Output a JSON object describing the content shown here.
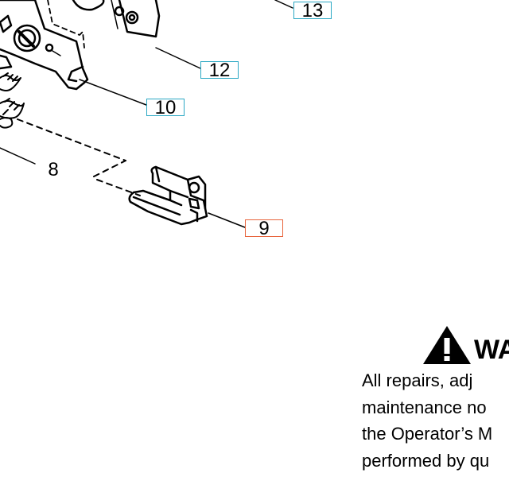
{
  "callouts": {
    "c13": "13",
    "c12": "12",
    "c10": "10",
    "c8": "8",
    "c9": "9"
  },
  "warning": {
    "title": "WA",
    "icon": "warning-triangle-icon",
    "lines": [
      "All repairs, adj",
      "maintenance no",
      "the Operator’s M",
      "performed by qu"
    ]
  },
  "colors": {
    "callout_border": "#2ba8c4",
    "callout_border_alt": "#e8643c"
  }
}
